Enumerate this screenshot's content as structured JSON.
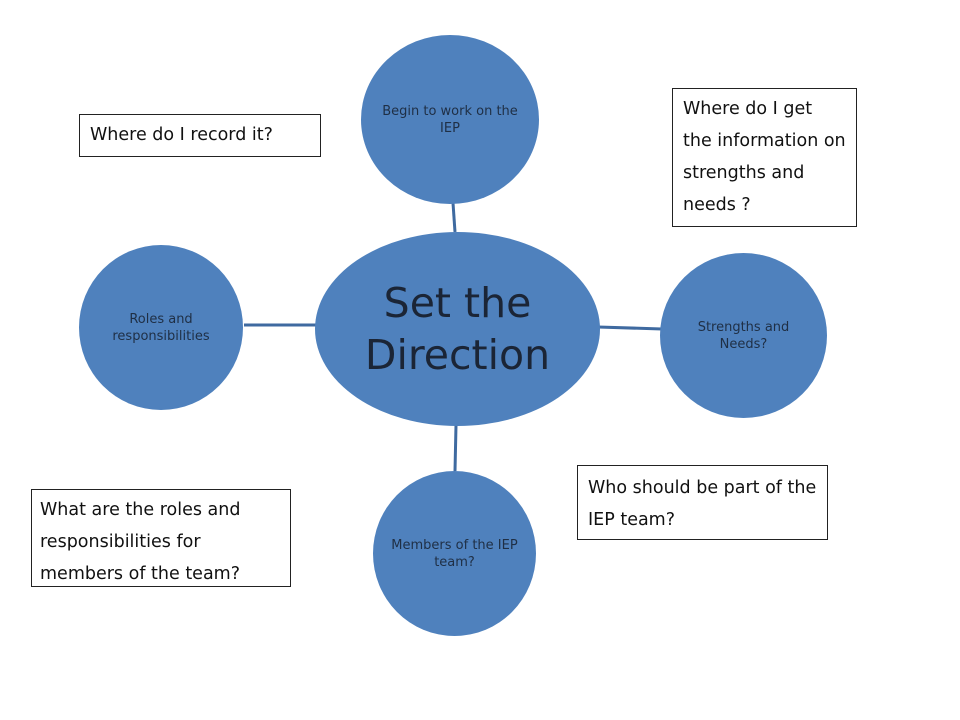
{
  "colors": {
    "node_fill": "#4f81bd",
    "connector": "#3f6aa0",
    "note_border": "#222222"
  },
  "center": {
    "label": "Set the Direction"
  },
  "nodes": {
    "top": {
      "label": "Begin to work on the IEP"
    },
    "right": {
      "label": "Strengths and Needs?"
    },
    "bottom": {
      "label": "Members of the IEP team?"
    },
    "left": {
      "label": "Roles and responsibilities"
    }
  },
  "notes": {
    "record": "Where do I record it?",
    "information": "Where do I get the information on strengths and needs ?",
    "team": " Who should be part of the IEP team?",
    "roles": "What are the roles and responsibilities for members of the team?"
  }
}
